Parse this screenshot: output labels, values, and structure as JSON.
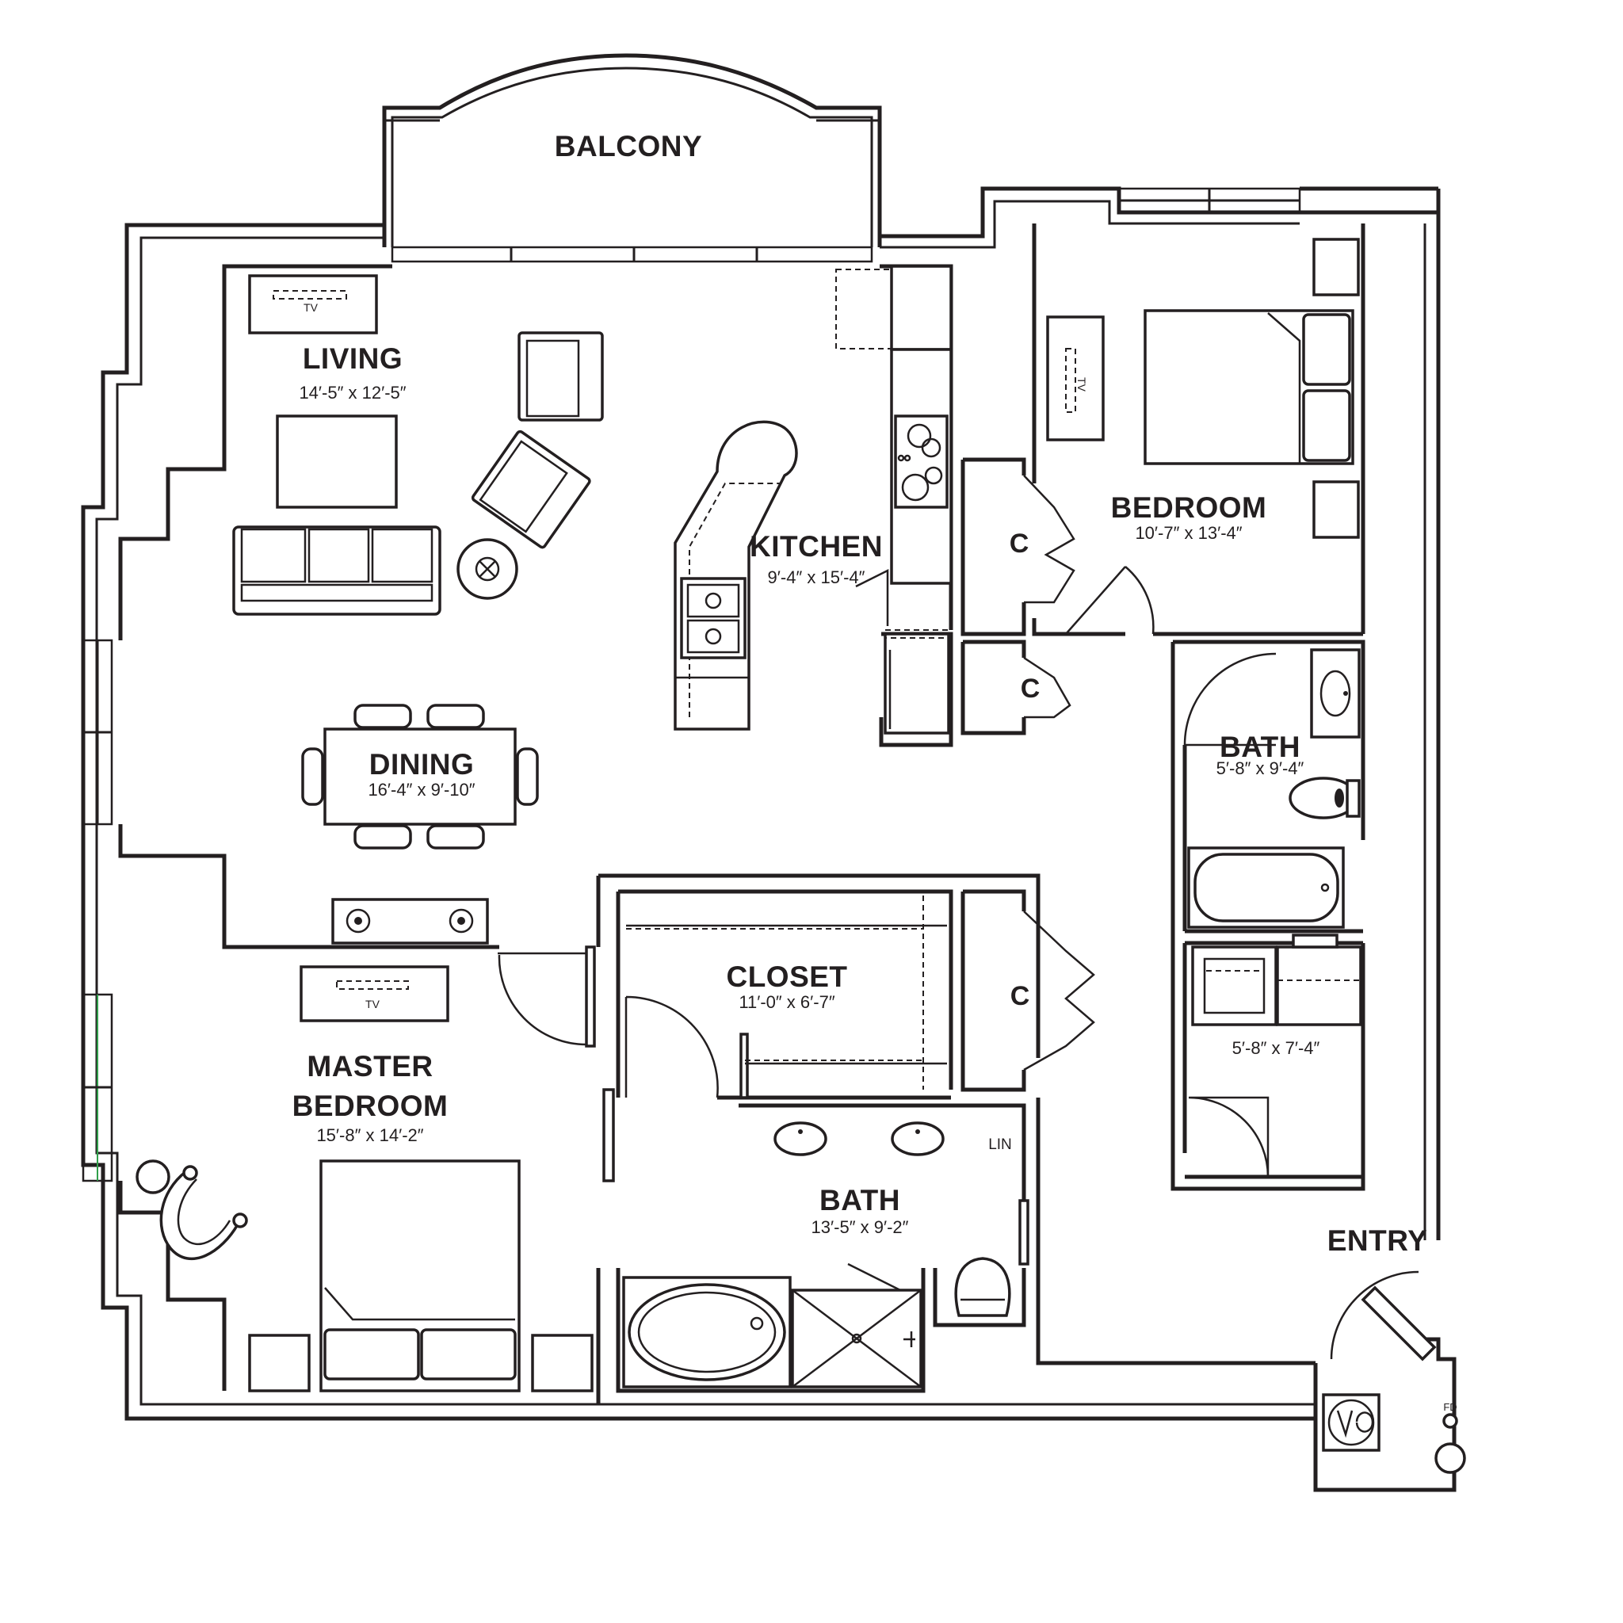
{
  "rooms": {
    "balcony": {
      "name": "BALCONY"
    },
    "living": {
      "name": "LIVING",
      "dims": "14′-5″ x 12′-5″"
    },
    "kitchen": {
      "name": "KITCHEN",
      "dims": "9′-4″ x 15′-4″"
    },
    "bedroom": {
      "name": "BEDROOM",
      "dims": "10′-7″ x 13′-4″"
    },
    "dining": {
      "name": "DINING",
      "dims": "16′-4″ x 9′-10″"
    },
    "bath2": {
      "name": "BATH",
      "dims": "5′-8″ x 9′-4″"
    },
    "laundry": {
      "dims": "5′-8″ x 7′-4″"
    },
    "closet": {
      "name": "CLOSET",
      "dims": "11′-0″ x 6′-7″"
    },
    "master_bedroom": {
      "name_line1": "MASTER",
      "name_line2": "BEDROOM",
      "dims": "15′-8″ x 14′-2″"
    },
    "master_bath": {
      "name": "BATH",
      "dims": "13′-5″ x 9′-2″"
    },
    "entry": {
      "name": "ENTRY"
    }
  },
  "labels": {
    "tv": "TV",
    "closet_mark": "C",
    "linen": "LIN",
    "floor_drain": "FD"
  }
}
